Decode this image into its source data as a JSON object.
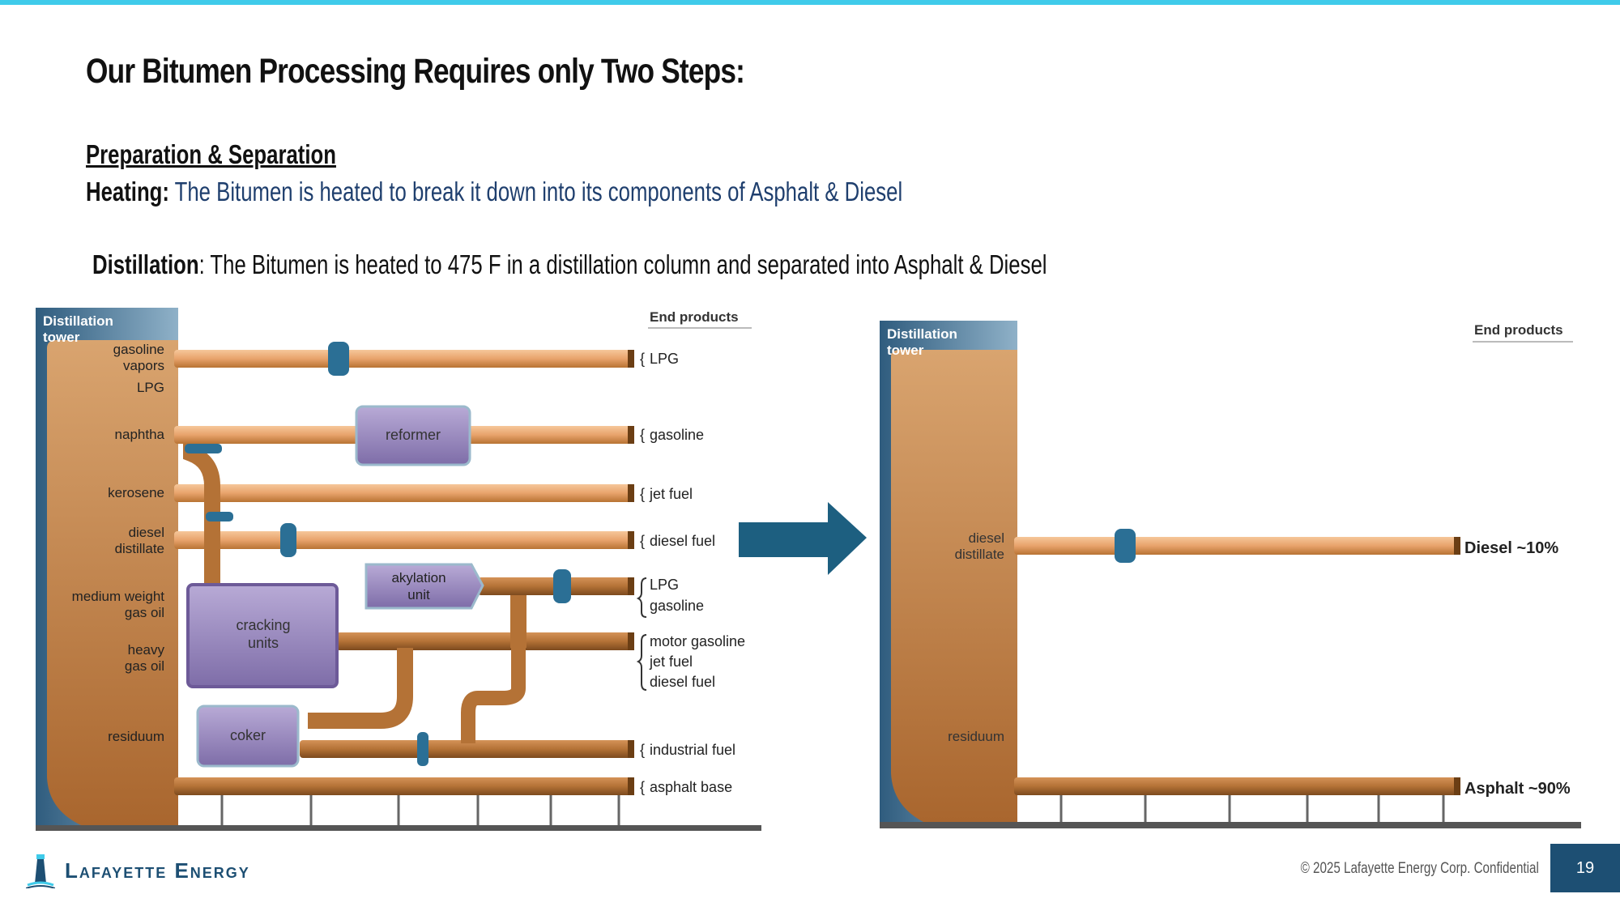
{
  "slide": {
    "title": "Our Bitumen Processing Requires only Two Steps:",
    "subhead": "Preparation & Separation",
    "heating_label": "Heating:",
    "heating_text": " The Bitumen is heated to break it down into its components of Asphalt & Diesel",
    "distillation_label": "Distillation",
    "distillation_text": ": The Bitumen is heated to 475 F in a distillation column and separated into Asphalt & Diesel"
  },
  "left_diagram": {
    "tower_label_1": "Distillation",
    "tower_label_2": "tower",
    "end_products_label": "End products",
    "cut_labels": {
      "gasoline_vapors_1": "gasoline",
      "gasoline_vapors_2": "vapors",
      "lpg": "LPG",
      "naphtha": "naphtha",
      "kerosene": "kerosene",
      "diesel_1": "diesel",
      "diesel_2": "distillate",
      "mwgo_1": "medium weight",
      "mwgo_2": "gas oil",
      "hgo_1": "heavy",
      "hgo_2": "gas oil",
      "residuum": "residuum"
    },
    "units": {
      "reformer": "reformer",
      "akylation_1": "akylation",
      "akylation_2": "unit",
      "cracking_1": "cracking",
      "cracking_2": "units",
      "coker": "coker"
    },
    "products": {
      "lpg": "LPG",
      "gasoline": "gasoline",
      "jet_fuel": "jet fuel",
      "diesel_fuel": "diesel fuel",
      "alky_lpg": "LPG",
      "alky_gasoline": "gasoline",
      "motor_gasoline": "motor gasoline",
      "crack_jet_fuel": "jet fuel",
      "crack_diesel_fuel": "diesel fuel",
      "industrial_fuel": "industrial fuel",
      "asphalt_base": "asphalt base"
    }
  },
  "right_diagram": {
    "tower_label_1": "Distillation",
    "tower_label_2": "tower",
    "end_products_label": "End products",
    "diesel_label_1": "diesel",
    "diesel_label_2": "distillate",
    "residuum_label": "residuum",
    "diesel_output": "Diesel ~10%",
    "asphalt_output": "Asphalt ~90%"
  },
  "colors": {
    "accent_bar": "#3fcbea",
    "pipe": "#e8a36c",
    "dark_pipe": "#b87333",
    "tower": "#c98a4f",
    "unit_purple": "#8a7ab3",
    "arrow": "#1d5f80",
    "page_box": "#1d4f73"
  },
  "footer": {
    "logo_text": "Lafayette Energy",
    "copyright": "© 2025 Lafayette Energy Corp. Confidential",
    "page_number": "19"
  },
  "icons": {
    "logo": "lighthouse-icon",
    "arrow": "right-arrow-icon"
  }
}
